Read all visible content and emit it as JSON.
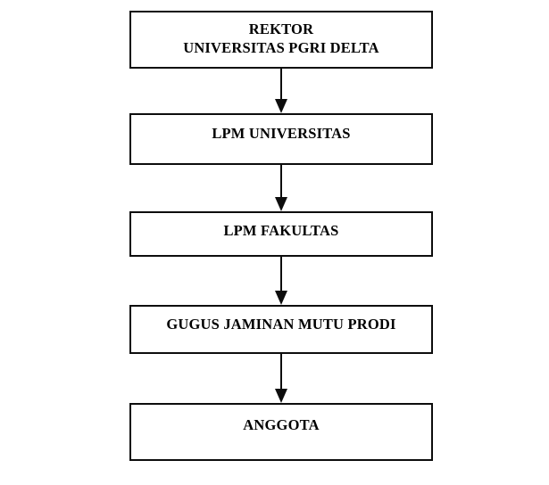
{
  "diagram": {
    "type": "flowchart",
    "orientation": "vertical-top-down",
    "background_color": "#ffffff",
    "line_color": "#0d0d0d",
    "text_color": "#000000",
    "box_fill": "#ffffff",
    "nodes": [
      {
        "id": "rektor",
        "label": "REKTOR\nUNIVERSITAS PGRI DELTA",
        "lines": 2
      },
      {
        "id": "lpm-universitas",
        "label": "LPM UNIVERSITAS",
        "lines": 1
      },
      {
        "id": "lpm-fakultas",
        "label": "LPM FAKULTAS",
        "lines": 1
      },
      {
        "id": "gugus-jaminan-mutu-prodi",
        "label": "GUGUS JAMINAN MUTU PRODI",
        "lines": 1
      },
      {
        "id": "anggota",
        "label": "ANGGOTA",
        "lines": 1
      }
    ],
    "connectors": [
      {
        "from": "rektor",
        "to": "lpm-universitas",
        "style": "solid-arrow-down"
      },
      {
        "from": "lpm-universitas",
        "to": "lpm-fakultas",
        "style": "solid-arrow-down"
      },
      {
        "from": "lpm-fakultas",
        "to": "gugus-jaminan-mutu-prodi",
        "style": "solid-arrow-down"
      },
      {
        "from": "gugus-jaminan-mutu-prodi",
        "to": "anggota",
        "style": "solid-arrow-down"
      }
    ]
  }
}
